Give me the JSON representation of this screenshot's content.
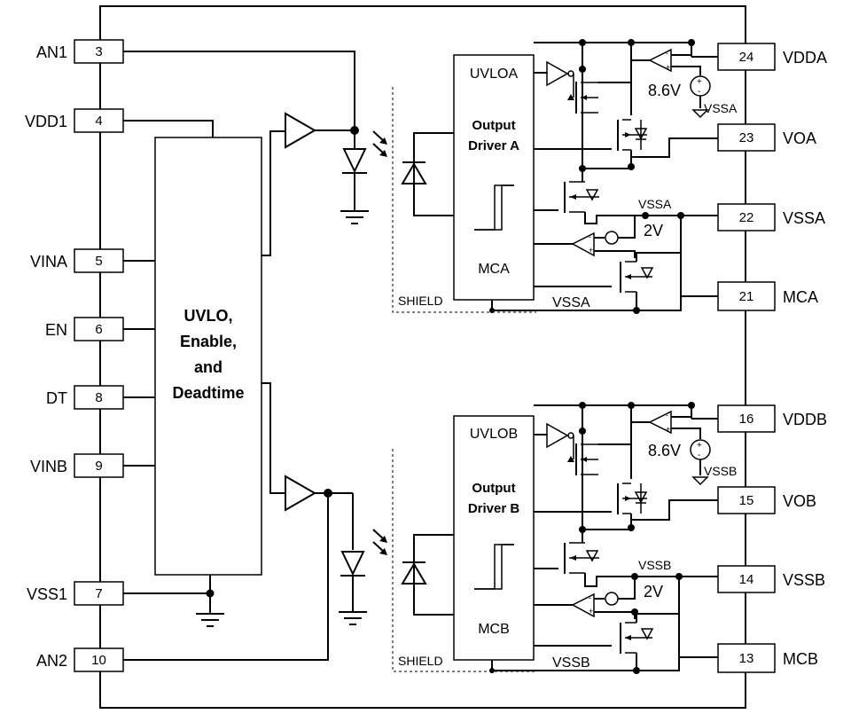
{
  "pins_left": [
    {
      "name": "AN1",
      "number": "3"
    },
    {
      "name": "VDD1",
      "number": "4"
    },
    {
      "name": "VINA",
      "number": "5"
    },
    {
      "name": "EN",
      "number": "6"
    },
    {
      "name": "DT",
      "number": "8"
    },
    {
      "name": "VINB",
      "number": "9"
    },
    {
      "name": "VSS1",
      "number": "7"
    },
    {
      "name": "AN2",
      "number": "10"
    }
  ],
  "pins_right": [
    {
      "name": "VDDA",
      "number": "24"
    },
    {
      "name": "VOA",
      "number": "23"
    },
    {
      "name": "VSSA",
      "number": "22"
    },
    {
      "name": "MCA",
      "number": "21"
    },
    {
      "name": "VDDB",
      "number": "16"
    },
    {
      "name": "VOB",
      "number": "15"
    },
    {
      "name": "VSSB",
      "number": "14"
    },
    {
      "name": "MCB",
      "number": "13"
    }
  ],
  "control_block": {
    "lines": [
      "UVLO,",
      "Enable,",
      "and",
      "Deadtime"
    ]
  },
  "driver_a": {
    "uvlo": "UVLOA",
    "title_lines": [
      "Output",
      "Driver A"
    ],
    "mc": "MCA",
    "shield": "SHIELD",
    "source_voltage": "8.6V",
    "source_ref": "VSSA",
    "threshold": "2V",
    "vss_top": "VSSA",
    "vss_bottom": "VSSA"
  },
  "driver_b": {
    "uvlo": "UVLOB",
    "title_lines": [
      "Output",
      "Driver B"
    ],
    "mc": "MCB",
    "shield": "SHIELD",
    "source_voltage": "8.6V",
    "source_ref": "VSSB",
    "threshold": "2V",
    "vss_top": "VSSB",
    "vss_bottom": "VSSB"
  },
  "icon_names": [
    "buffer-icon",
    "photodiode-icon",
    "led-icon",
    "ground-icon",
    "comparator-icon",
    "mosfet-icon",
    "voltage-source-icon",
    "hysteresis-icon"
  ]
}
